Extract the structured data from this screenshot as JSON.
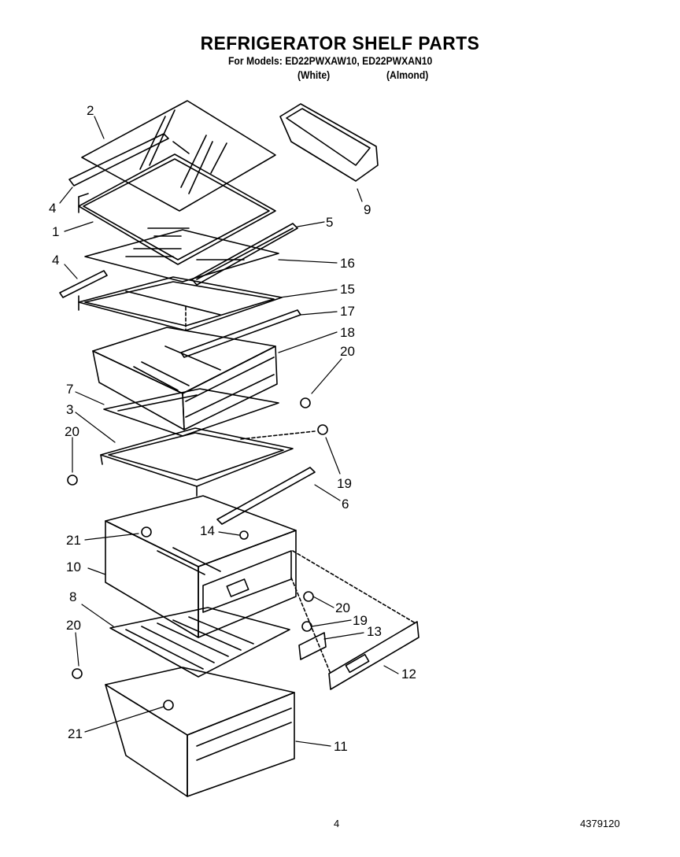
{
  "header": {
    "title": "REFRIGERATOR SHELF PARTS",
    "subtitle": "For Models: ED22PWXAW10, ED22PWXAN10",
    "color_white": "(White)",
    "color_almond": "(Almond)"
  },
  "callouts": [
    {
      "id": "c-2a",
      "label": "2"
    },
    {
      "id": "c-4a",
      "label": "4"
    },
    {
      "id": "c-1",
      "label": "1"
    },
    {
      "id": "c-4b",
      "label": "4"
    },
    {
      "id": "c-9",
      "label": "9"
    },
    {
      "id": "c-5",
      "label": "5"
    },
    {
      "id": "c-16",
      "label": "16"
    },
    {
      "id": "c-15",
      "label": "15"
    },
    {
      "id": "c-17",
      "label": "17"
    },
    {
      "id": "c-18",
      "label": "18"
    },
    {
      "id": "c-20a",
      "label": "20"
    },
    {
      "id": "c-7",
      "label": "7"
    },
    {
      "id": "c-3",
      "label": "3"
    },
    {
      "id": "c-20b",
      "label": "20"
    },
    {
      "id": "c-19a",
      "label": "19"
    },
    {
      "id": "c-6",
      "label": "6"
    },
    {
      "id": "c-21a",
      "label": "21"
    },
    {
      "id": "c-14",
      "label": "14"
    },
    {
      "id": "c-10",
      "label": "10"
    },
    {
      "id": "c-8",
      "label": "8"
    },
    {
      "id": "c-20c",
      "label": "20"
    },
    {
      "id": "c-19b",
      "label": "19"
    },
    {
      "id": "c-13",
      "label": "13"
    },
    {
      "id": "c-20d",
      "label": "20"
    },
    {
      "id": "c-12",
      "label": "12"
    },
    {
      "id": "c-21b",
      "label": "21"
    },
    {
      "id": "c-11",
      "label": "11"
    }
  ],
  "footer": {
    "page": "4",
    "doc_number": "4379120"
  }
}
